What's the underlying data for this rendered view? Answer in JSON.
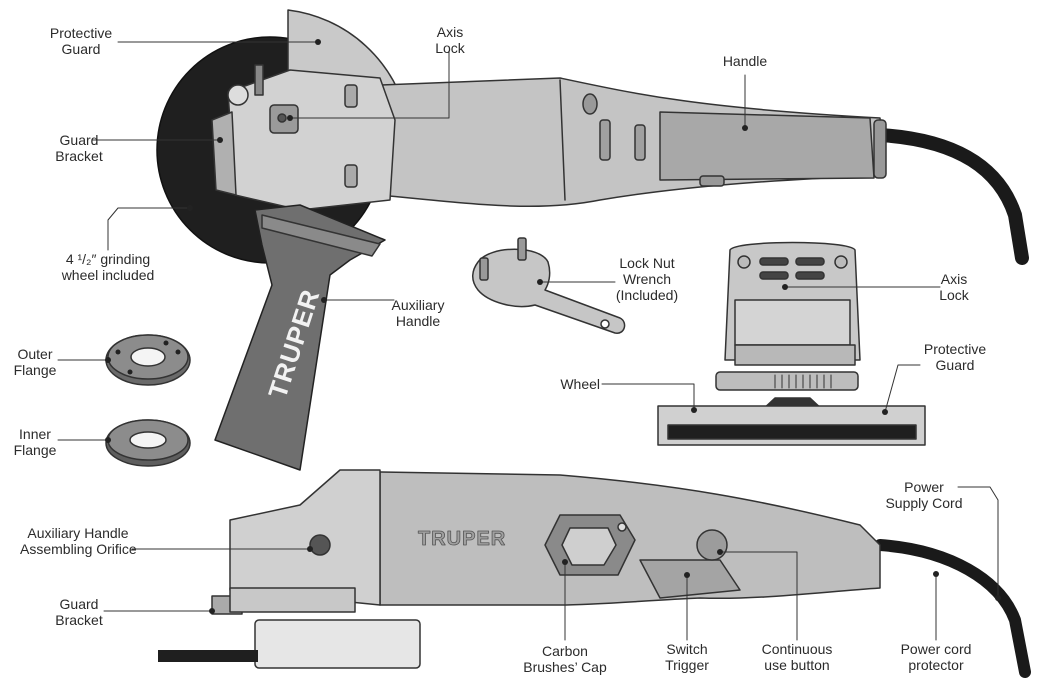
{
  "brand": "TRUPER",
  "labels": {
    "protective_guard_top": [
      "Protective",
      "Guard"
    ],
    "axis_lock_top": [
      "Axis",
      "Lock"
    ],
    "handle": [
      "Handle"
    ],
    "guard_bracket_top": [
      "Guard",
      "Bracket"
    ],
    "grinding_wheel": [
      "4 ¹/₂″ grinding",
      "wheel included"
    ],
    "auxiliary_handle": [
      "Auxiliary",
      "Handle"
    ],
    "lock_nut_wrench": [
      "Lock Nut",
      "Wrench",
      "(Included)"
    ],
    "axis_lock_right": [
      "Axis",
      "Lock"
    ],
    "outer_flange": [
      "Outer",
      "Flange"
    ],
    "protective_guard_right": [
      "Protective",
      "Guard"
    ],
    "wheel": [
      "Wheel"
    ],
    "inner_flange": [
      "Inner",
      "Flange"
    ],
    "power_supply_cord": [
      "Power",
      "Supply Cord"
    ],
    "aux_handle_orifice": [
      "Auxiliary Handle",
      "Assembling Orifice"
    ],
    "guard_bracket_bottom": [
      "Guard",
      "Bracket"
    ],
    "carbon_brushes_cap": [
      "Carbon",
      "Brushes’ Cap"
    ],
    "switch_trigger": [
      "Switch",
      "Trigger"
    ],
    "continuous_button": [
      "Continuous",
      "use button"
    ],
    "power_cord_protector": [
      "Power cord",
      "protector"
    ]
  },
  "colors": {
    "body": "#bdbdbd",
    "body_dark": "#9a9a9a",
    "body_light": "#d6d6d6",
    "outline": "#333333",
    "wheel": "#1f1f1f",
    "handle_dark": "#6f6f6f",
    "text": "#2b2b2b"
  }
}
